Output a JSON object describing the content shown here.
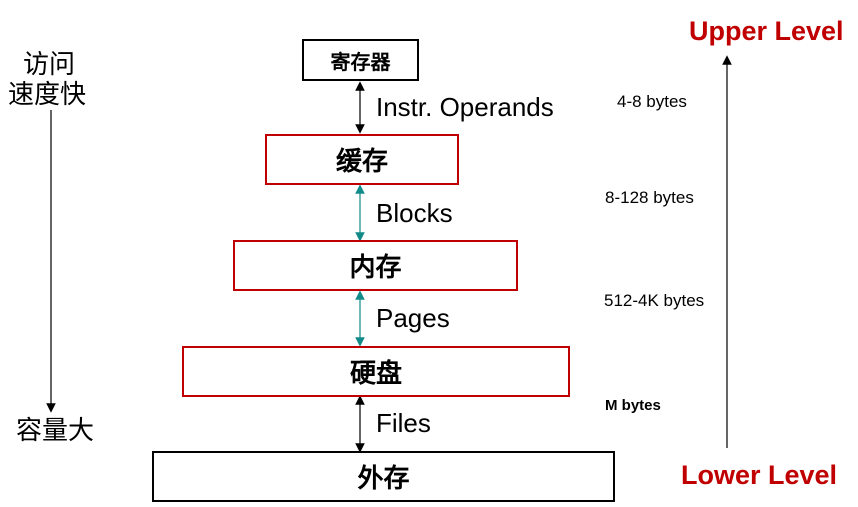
{
  "left_axis": {
    "top_line1": "访问",
    "top_line2": "速度快",
    "bottom": "容量大"
  },
  "levels": [
    {
      "name": "寄存器",
      "border": "black"
    },
    {
      "name": "缓存",
      "border": "red"
    },
    {
      "name": "内存",
      "border": "red"
    },
    {
      "name": "硬盘",
      "border": "red"
    },
    {
      "name": "外存",
      "border": "black"
    }
  ],
  "transfer_units": [
    "Instr. Operands",
    "Blocks",
    "Pages",
    "Files"
  ],
  "sizes": [
    "4-8 bytes",
    "8-128 bytes",
    "512-4K bytes",
    "M bytes"
  ],
  "right_axis": {
    "upper": "Upper Level",
    "lower": "Lower Level"
  },
  "colors": {
    "red": "#c00000",
    "teal": "#138a8a",
    "black": "#000000"
  }
}
